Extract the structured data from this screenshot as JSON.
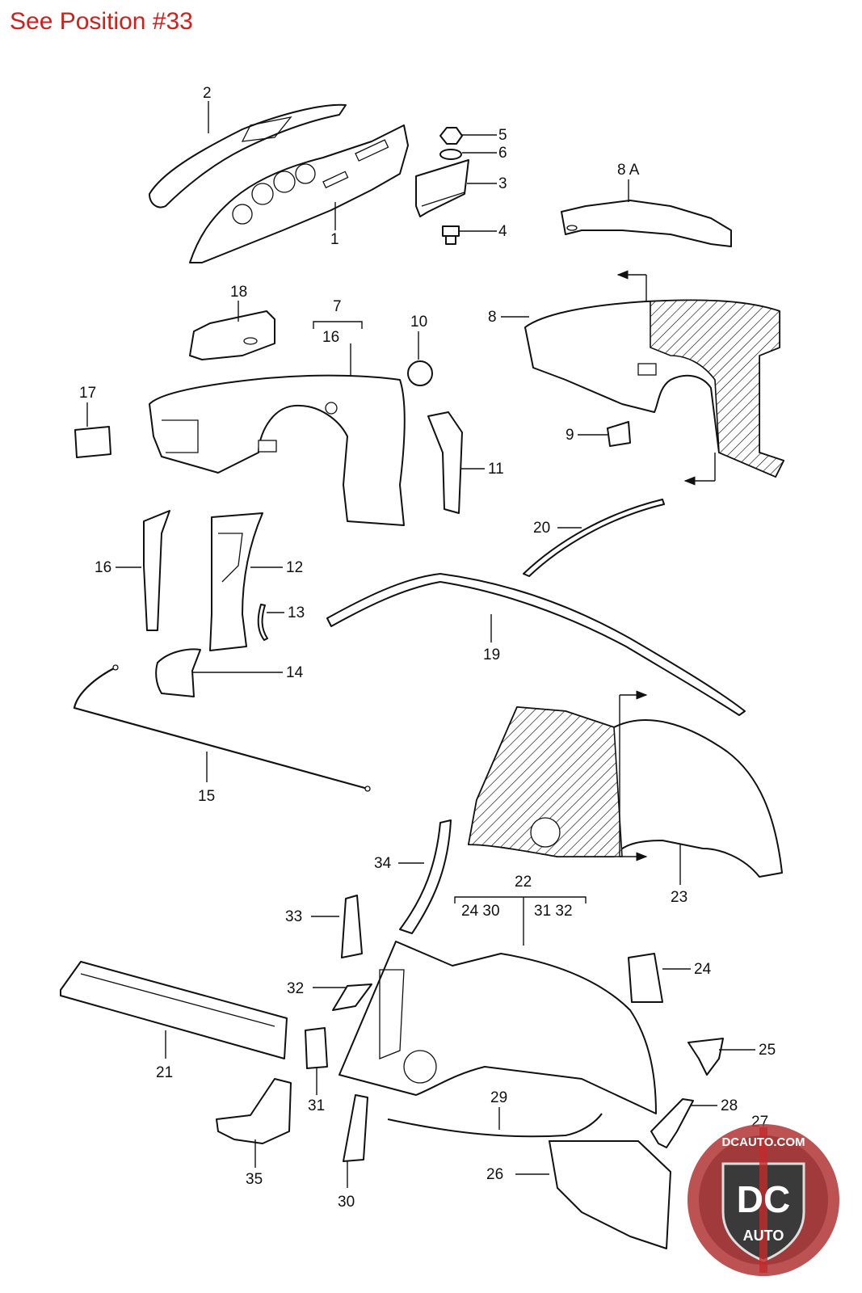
{
  "header": {
    "text": "See Position #33",
    "color": "#d0201c"
  },
  "labels": {
    "l1": "1",
    "l2": "2",
    "l3": "3",
    "l4": "4",
    "l5": "5",
    "l6": "6",
    "l7": "7",
    "l8": "8",
    "l8a": "8 A",
    "l9": "9",
    "l10": "10",
    "l11": "11",
    "l12": "12",
    "l13": "13",
    "l14": "14",
    "l15": "15",
    "l16a": "16",
    "l16b": "16",
    "l17": "17",
    "l18": "18",
    "l19": "19",
    "l20": "20",
    "l21": "21",
    "l22": "22",
    "l22sub_a": "24  30",
    "l22sub_b": "31  32",
    "l23": "23",
    "l24": "24",
    "l25": "25",
    "l26": "26",
    "l27": "27",
    "l28": "28",
    "l29": "29",
    "l30": "30",
    "l31": "31",
    "l32": "32",
    "l33": "33",
    "l34": "34",
    "l35": "35"
  },
  "watermark": {
    "site": "DCAUTO.COM",
    "initials": "DC",
    "word": "AUTO",
    "colors": {
      "ring": "#b33a3a",
      "shield": "#3a3a3a",
      "accent": "#c42a2a"
    }
  }
}
